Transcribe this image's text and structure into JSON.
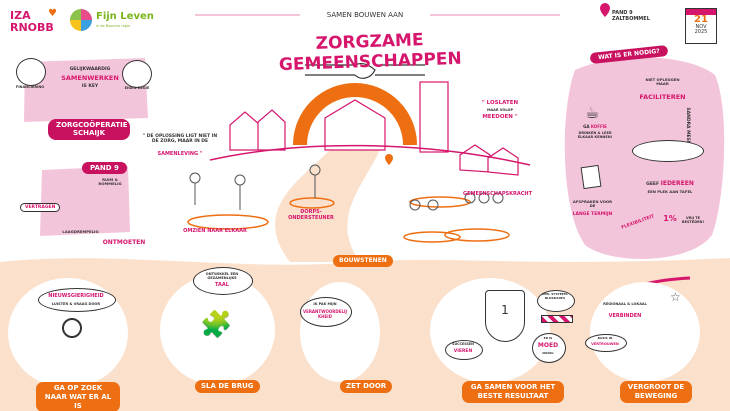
{
  "header": {
    "logo_iza": "IZA RNOBB",
    "logo_fijn_leven": "Fijn Leven",
    "logo_fijn_leven_sub": "in de Bossche regio",
    "kicker": "SAMEN BOUWEN AAN",
    "title": "ZORGZAME GEMEENSCHAPPEN",
    "location": "PAND 9 ZALTBOMMEL",
    "date_day": "21",
    "date_month": "NOV",
    "date_year": "2025",
    "artist": "SANDRA MESMAN"
  },
  "coop": {
    "left_bubble": "FINANCIERING",
    "right_bubble": "EIGEN REGIE",
    "line1": "GELIJKWAARDIG",
    "line2": "SAMENWERKEN",
    "line3": "IS KEY",
    "badge": "ZORGCOÖPERATIE SCHAIJK"
  },
  "pand9": {
    "badge": "PAND 9",
    "note": "RUIM & ROMMELIG",
    "sign": "VERTRAGEN",
    "low": "LAAGDREMPELIG",
    "caption": "ONTMOETEN"
  },
  "quotes": {
    "left_a": "\" DE OPLOSSING LIGT NIET IN DE ZORG, MAAR IN DE",
    "left_b": "SAMENLEVING \"",
    "right_a": "\" LOSLATEN",
    "right_b": "MAAR VOLOP",
    "right_c": "MEEDOEN \""
  },
  "scene": {
    "omzien": "OMZIEN NAAR ELKAAR",
    "dorps": "DORPS-ONDERSTEUNER",
    "kracht": "GEMEENSCHAPSKRACHT"
  },
  "needs": {
    "badge": "WAT IS ER NODIG?",
    "facil_a": "NIET OPLEGGEN MAAR",
    "facil_b": "FACILITEREN",
    "koffie_a": "GA",
    "koffie_b": "KOFFIE",
    "koffie_c": "DRINKEN & LEER ELKAAR KENNEN!",
    "tafel_a": "GEEF",
    "tafel_b": "IEDEREEN",
    "tafel_c": "EEN PLEK AAN TAFEL",
    "termijn_a": "AFSPRAKEN VOOR DE",
    "termijn_b": "LANGE TERMIJN",
    "flex": "FLEXIBILITEIT",
    "pct": "1%",
    "pct_text": "VRIJ TE BESTEDEN!"
  },
  "bouwstenen": {
    "label": "BOUWSTENEN",
    "items": [
      {
        "bubble_a": "NIEUWSGIERIGHEID",
        "bubble_b": "LUISTER & VRAAG DOOR",
        "label": "GA OP ZOEK NAAR WAT ER AL IS"
      },
      {
        "bubble_a": "ONTWIKKEL EEN GEZAMENLIJKE",
        "bubble_b": "TAAL",
        "label": "SLA DE BRUG"
      },
      {
        "bubble_a": "IK PAK MIJN",
        "bubble_b": "VERANTWOORDELIJKHEID",
        "label": "ZET DOOR"
      },
      {
        "bubble_a": "SUCCESSEN",
        "bubble_b": "VIEREN",
        "extra_a": "VEEL SYSTEEM-",
        "extra_b": "BLOKKADES",
        "extra_c": "ER IS",
        "extra_d": "MOED",
        "extra_e": "NODIG",
        "trophy": "1",
        "label": "GA SAMEN VOOR HET BESTE RESULTAAT"
      },
      {
        "bubble_a": "REGIONAAL & LOKAAL",
        "bubble_b": "VERBINDEN",
        "extra_a": "BASIS IN",
        "extra_b": "VERTROUWEN",
        "label": "VERGROOT DE BEWEGING"
      }
    ]
  },
  "colors": {
    "pink": "#d6156c",
    "orange": "#ee6f12",
    "peach": "#fbe0cc",
    "light_pink": "#f3c5da"
  }
}
